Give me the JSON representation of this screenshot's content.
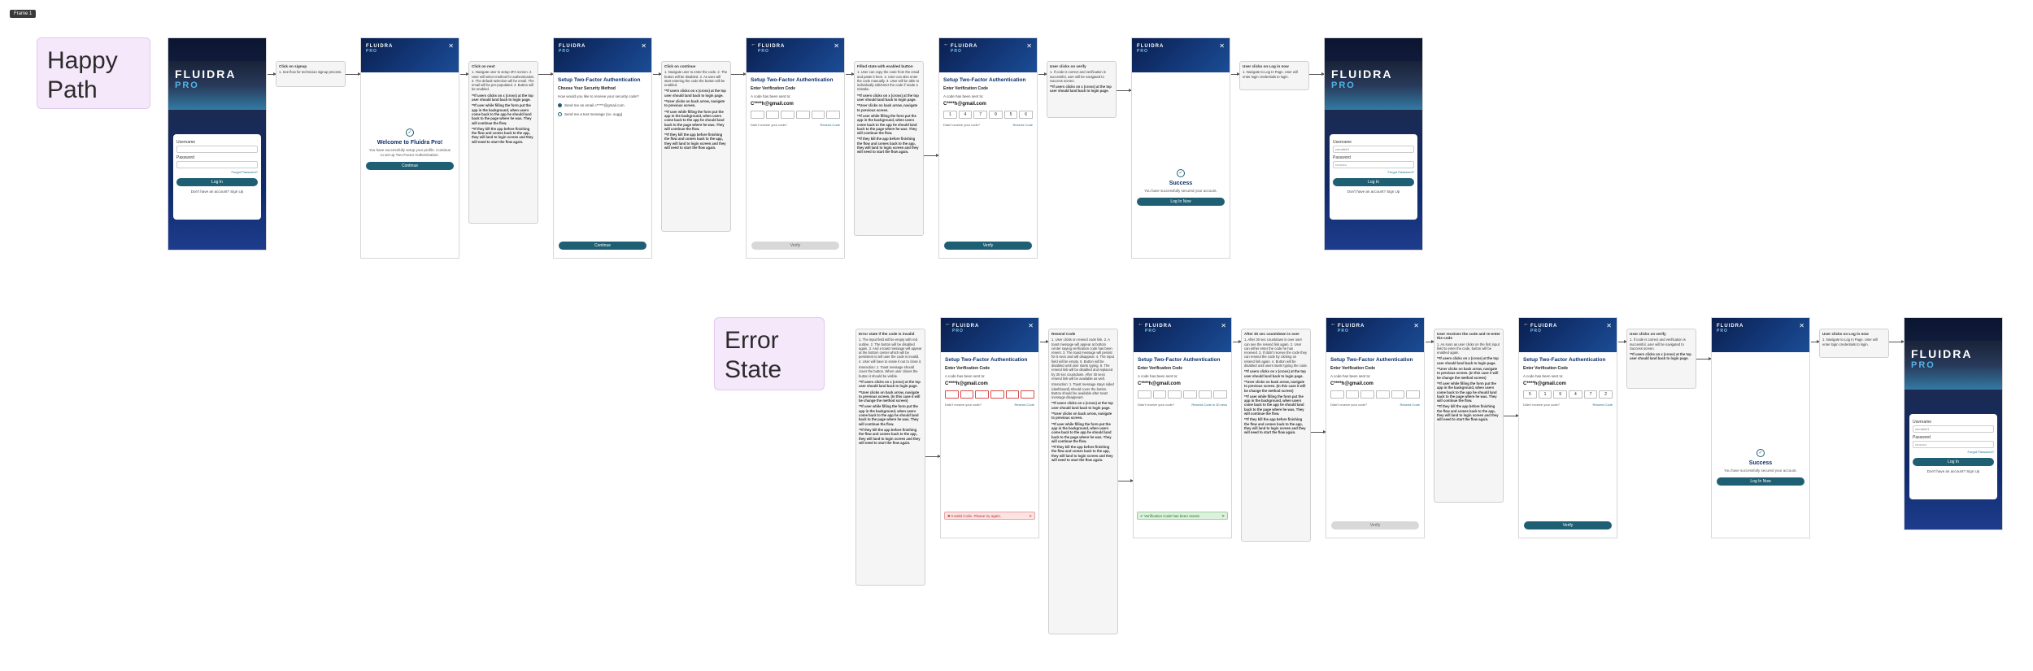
{
  "frame_tag": "Frame 1",
  "happy": {
    "title": "Happy Path"
  },
  "error": {
    "title": "Error State"
  },
  "brand": {
    "name": "FLUIDRA",
    "sub": "PRO"
  },
  "login": {
    "username_label": "Username",
    "password_label": "Password",
    "forgot": "Forgot Password?",
    "button": "Log In",
    "signup": "Don't have an account? Sign Up",
    "filled_user": "corndls01",
    "filled_pass": "••••••••••"
  },
  "welcome": {
    "title": "Welcome to Fluidra Pro!",
    "text": "You have successfully setup your profile. Continue to set up Two-Factor Authentication.",
    "button": "Continue"
  },
  "security": {
    "title": "Setup Two-Factor Authentication",
    "subtitle": "Choose Your Security Method",
    "question": "How would you like to receive your security code?",
    "opt1": "Send me an email c*****@gmail.com",
    "opt2": "Send me a text message (no. sugg)",
    "button": "Continue"
  },
  "verify": {
    "title": "Setup Two-Factor Authentication",
    "subtitle": "Enter Verification Code",
    "sent": "A code has been sent to:",
    "email": "C****h@gmail.com",
    "didnt": "Didn't receive your code?",
    "resend": "Resend Code",
    "resend_wait": "Resend Code in 30 secs",
    "button": "Verify",
    "digits": [
      "1",
      "4",
      "7",
      "9",
      "5",
      "6"
    ],
    "digits2": [
      "5",
      "1",
      "9",
      "4",
      "7",
      "2"
    ],
    "toast_err": "Invalid Code. Please try again.",
    "toast_ok": "Verification Code has been resent."
  },
  "success": {
    "title": "Success",
    "text": "You have successfully secured your account.",
    "button": "Log In Now"
  },
  "notes": {
    "n1_title": "Click on signup",
    "n1_body": "1. See flow for technician signup process.",
    "n2_title": "Click on next",
    "n2_body": "1. Navigate user to setup 2FA screen. 2. User will select method for authentication. 3. The default selection will be email. The email will be pre-populated. 4. Button will be enabled.",
    "n3_title": "Click on continue",
    "n3_body": "1. Navigate user to enter the code. 2. The button will be disabled. 3. As user will start entering the code the button will be enabled.",
    "n4_title": "Filled state with enabled button",
    "n4_body": "1. User can copy the code from the email and paste it here. 2. User can also enter the code manually. 3. User will be able to individually edit/enter the code if made a mistake.",
    "n5_title": "User clicks on verify",
    "n5_body": "1. If code is correct and verification is successful, user will be navigated to Success screen.",
    "n6_title": "User clicks on Log in now",
    "n6_body": "1. Navigate to Log In Page. User will enter login credentials to login.",
    "common_back": "**If users clicks on x (cross) at the top user should land back to login page.",
    "common_arrow": "**User clicks on back arrow, navigate to previous screen.",
    "common_bg": "**If user while filling the form put the app in the background, when users come back to the app he should land back to the page where he was. They will continue the flow.",
    "common_kill": "**If they kill the app before finishing the flow and comes back to the app, they will land to login screen and they will need to start the flow again.",
    "e1_title": "Error state if the code is invalid",
    "e1_body": "1. The input field will be empty with red outline. 2. The button will be disabled again. 3. And a toast message will appear at the bottom center which will be persistent to tell user the code is invalid. 4. User will have to erase it out to close it.",
    "e1_inter": "Interaction: 1. Toast message should cover the button. When user closes the button it should be visible.",
    "e1_method": "**User clicks on back arrow, navigate to previous screen. (In this case it will be change the method screen)",
    "e2_title": "Resend Code",
    "e2_body": "1. User clicks on resend code link. 2. A toast message will appear at bottom center saying verification code has been resent. 3. The toast message will persist for 5 secs and will disappear. 4. The input field will be empty. 5. Button will be disabled until user starts typing. 6. The resend link will be disabled and replaced by 30 sec countdown. After 30 secs resend link will be available as well.",
    "e2_inter": "Interaction: 1. Toast message stays sided (dashboard) should cover the button. Button should be available after toast message disappears.",
    "e3_title": "After 30 sec countdown is over",
    "e3_body": "1. After 30 sec countdown is over user can see the resend link again. 2. User can either enter the code he has received. 3. If didn't receive the code they can resend the code by clicking on resend link again. 4. Button will be disabled until users starts typing the code.",
    "e4_title": "User receives the code and re-enter the code",
    "e4_body": "1. As soon as user clicks on the first input field to enter the code, button will be enabled again.",
    "e5_title": "User clicks on verify",
    "e5_body": "1. If code is correct and verification is successful, user will be navigated to Success screen.",
    "e6_title": "User clicks on Log in now",
    "e6_body": "1. Navigate to Log In Page. User will enter login credentials to login."
  }
}
